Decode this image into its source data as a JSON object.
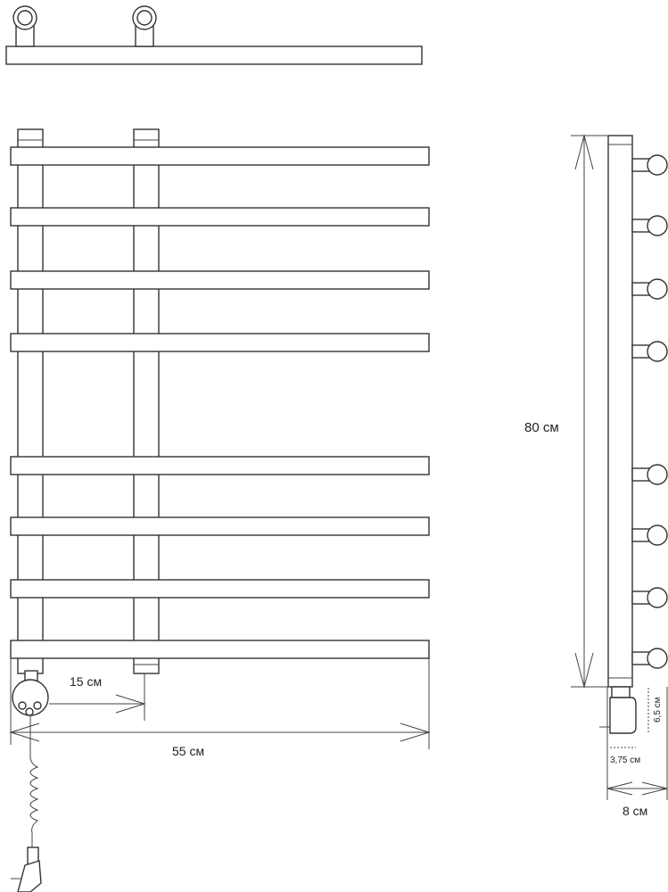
{
  "dimensions": {
    "height": "80 см",
    "width": "55 см",
    "axis_distance": "15 см",
    "depth": "8 см",
    "heater_height": "6,5 см",
    "heater_depth": "3,75 см"
  },
  "front_view": {
    "crossbar_count": 8
  },
  "colors": {
    "line": "#333333",
    "background": "#ffffff"
  }
}
